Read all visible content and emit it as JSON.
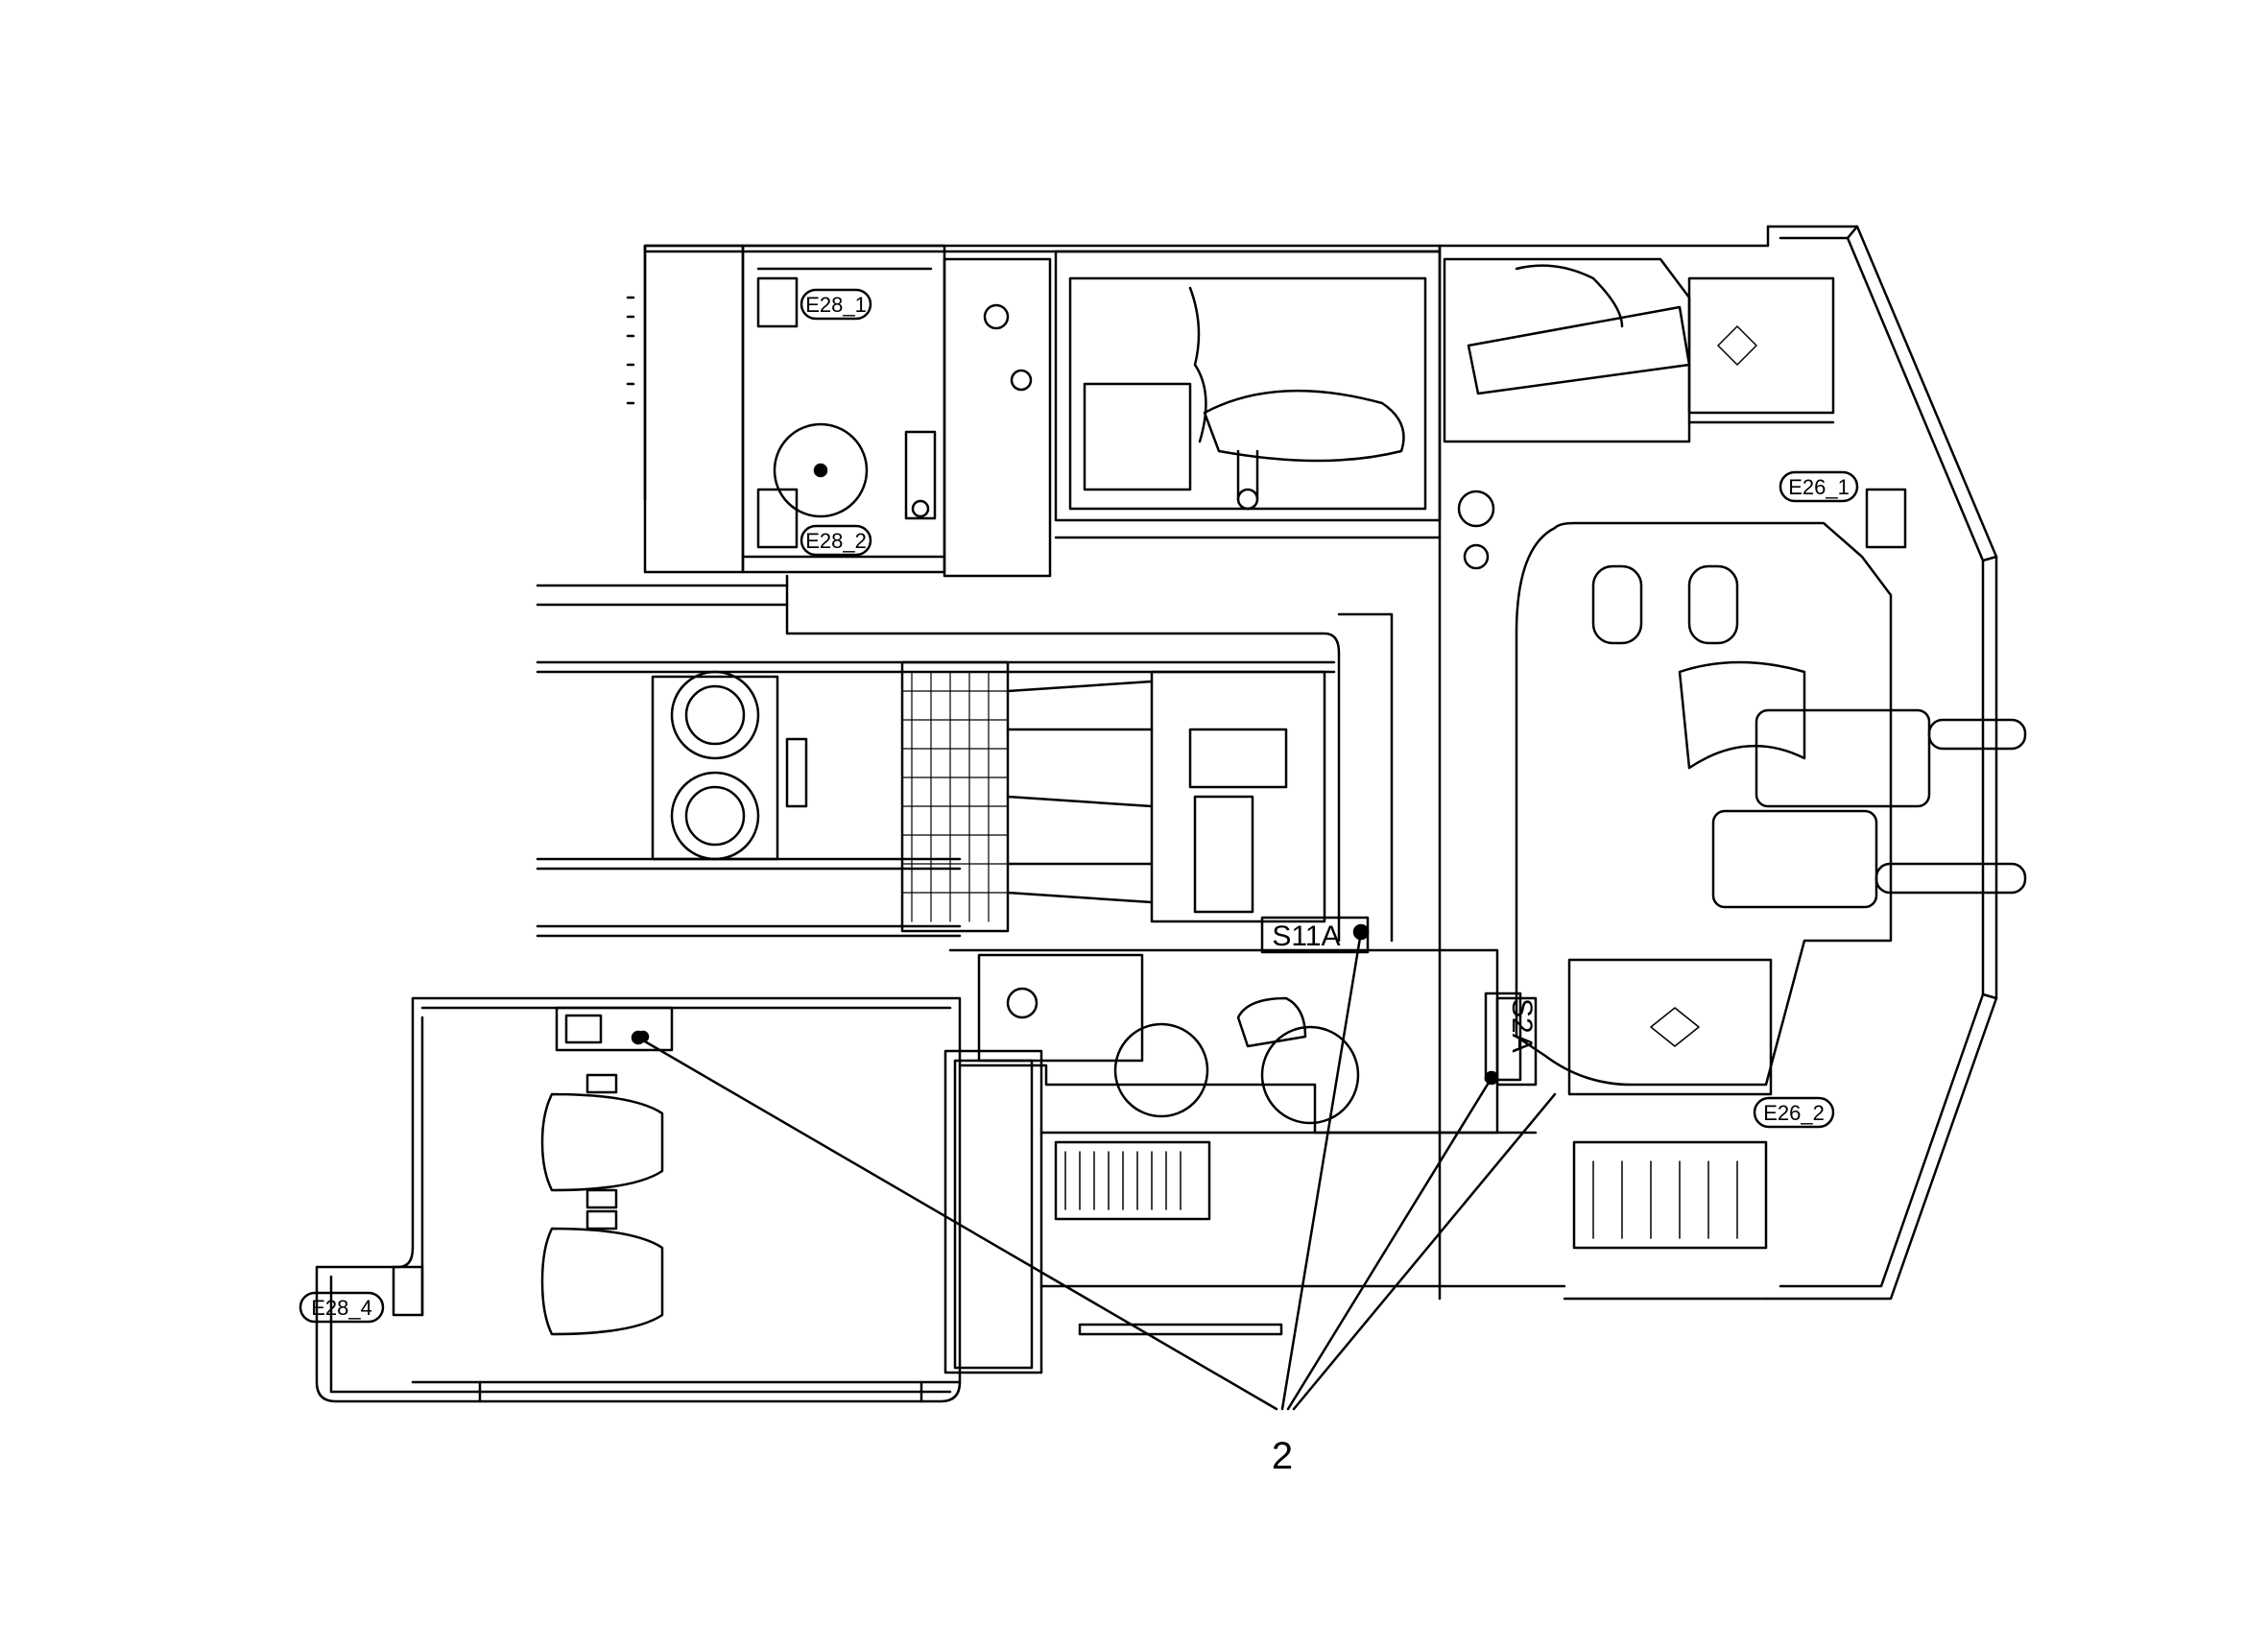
{
  "labels": {
    "e28_1": "E28_1",
    "e28_2": "E28_2",
    "e28_4": "E28_4",
    "e26_1": "E26_1",
    "e26_2": "E26_2",
    "s11a": "S11A",
    "s2a": "S2A",
    "callout": "2"
  },
  "colors": {
    "line": "#000000",
    "background": "#ffffff"
  }
}
